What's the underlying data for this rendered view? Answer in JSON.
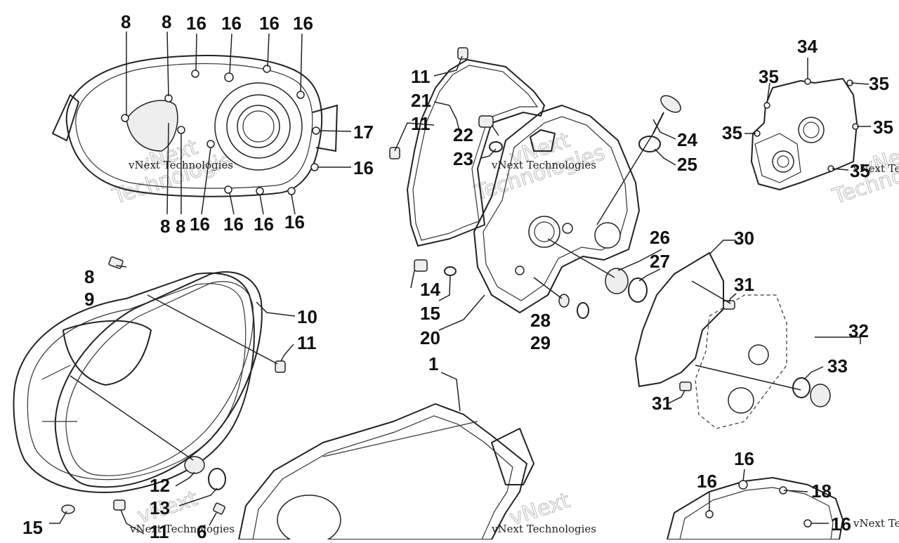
{
  "watermark": {
    "small_text": "vNext Technologies",
    "big_words": [
      "vNext",
      "Technologies"
    ]
  },
  "callouts": [
    {
      "id": "c1",
      "text": "8"
    },
    {
      "id": "c2",
      "text": "8"
    },
    {
      "id": "c3",
      "text": "16"
    },
    {
      "id": "c4",
      "text": "16"
    },
    {
      "id": "c5",
      "text": "16"
    },
    {
      "id": "c6",
      "text": "16"
    },
    {
      "id": "c7",
      "text": "17"
    },
    {
      "id": "c8",
      "text": "16"
    },
    {
      "id": "c9",
      "text": "8"
    },
    {
      "id": "c10",
      "text": "8"
    },
    {
      "id": "c11",
      "text": "16"
    },
    {
      "id": "c12",
      "text": "16"
    },
    {
      "id": "c13",
      "text": "16"
    },
    {
      "id": "c14",
      "text": "16"
    },
    {
      "id": "c15",
      "text": "11"
    },
    {
      "id": "c16",
      "text": "21"
    },
    {
      "id": "c17",
      "text": "11"
    },
    {
      "id": "c18",
      "text": "22"
    },
    {
      "id": "c19",
      "text": "23"
    },
    {
      "id": "c20",
      "text": "24"
    },
    {
      "id": "c21",
      "text": "25"
    },
    {
      "id": "c22",
      "text": "34"
    },
    {
      "id": "c23",
      "text": "35"
    },
    {
      "id": "c24",
      "text": "35"
    },
    {
      "id": "c25",
      "text": "35"
    },
    {
      "id": "c26",
      "text": "35"
    },
    {
      "id": "c27",
      "text": "35"
    },
    {
      "id": "c28",
      "text": "8"
    },
    {
      "id": "c29",
      "text": "9"
    },
    {
      "id": "c30",
      "text": "10"
    },
    {
      "id": "c31",
      "text": "11"
    },
    {
      "id": "c32",
      "text": "26"
    },
    {
      "id": "c33",
      "text": "27"
    },
    {
      "id": "c34",
      "text": "30"
    },
    {
      "id": "c35",
      "text": "14"
    },
    {
      "id": "c36",
      "text": "15"
    },
    {
      "id": "c37",
      "text": "20"
    },
    {
      "id": "c38",
      "text": "28"
    },
    {
      "id": "c39",
      "text": "29"
    },
    {
      "id": "c40",
      "text": "31"
    },
    {
      "id": "c41",
      "text": "32"
    },
    {
      "id": "c42",
      "text": "33"
    },
    {
      "id": "c43",
      "text": "31"
    },
    {
      "id": "c44",
      "text": "1"
    },
    {
      "id": "c45",
      "text": "12"
    },
    {
      "id": "c46",
      "text": "13"
    },
    {
      "id": "c47",
      "text": "15"
    },
    {
      "id": "c48",
      "text": "11"
    },
    {
      "id": "c49",
      "text": "6"
    },
    {
      "id": "c50",
      "text": "16"
    },
    {
      "id": "c51",
      "text": "16"
    },
    {
      "id": "c52",
      "text": "18"
    },
    {
      "id": "c53",
      "text": "16"
    }
  ]
}
